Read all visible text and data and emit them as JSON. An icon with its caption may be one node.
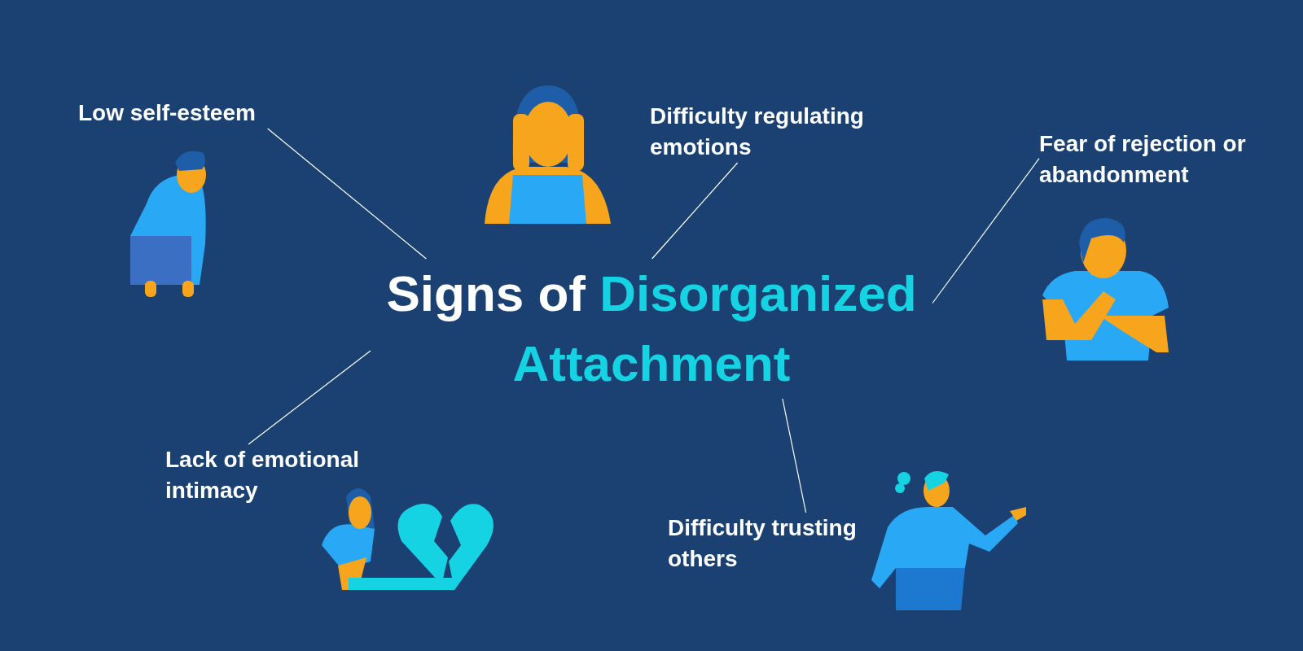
{
  "diagram": {
    "nodes": [
      {
        "text": [
          "Signs of",
          "Disorganized Attachment"
        ]
      },
      {
        "text": [
          "Low self-esteem"
        ]
      },
      {
        "text": [
          "Difficulty regulating emotions"
        ]
      },
      {
        "text": [
          "Fear of rejection or abandonment"
        ]
      },
      {
        "text": [
          "Lack of emotional intimacy"
        ]
      },
      {
        "text": [
          "Difficulty trusting others"
        ]
      }
    ],
    "edges": [
      {
        "from": 0,
        "to": 1,
        "arrow": "none"
      },
      {
        "from": 0,
        "to": 2,
        "arrow": "none"
      },
      {
        "from": 0,
        "to": 3,
        "arrow": "none"
      },
      {
        "from": 0,
        "to": 4,
        "arrow": "none"
      },
      {
        "from": 0,
        "to": 5,
        "arrow": "none"
      }
    ]
  }
}
